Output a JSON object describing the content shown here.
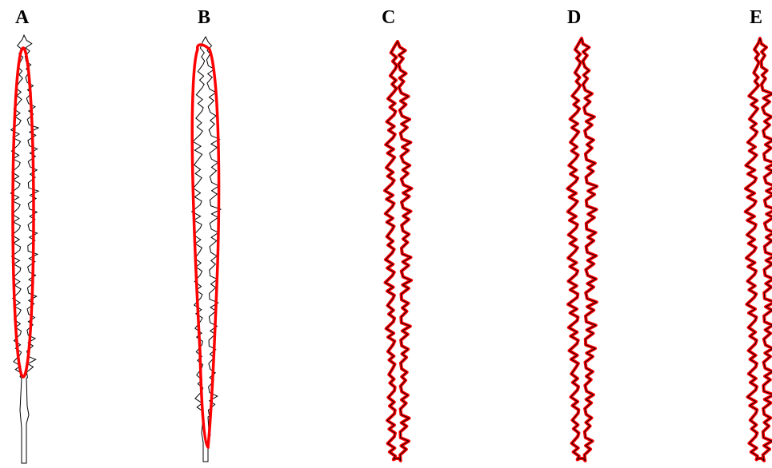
{
  "panels": [
    {
      "id": "A",
      "label": "A",
      "fit": "ellipse"
    },
    {
      "id": "B",
      "label": "B",
      "fit": "tapered"
    },
    {
      "id": "C",
      "label": "C",
      "fit": "contour"
    },
    {
      "id": "D",
      "label": "D",
      "fit": "contour"
    },
    {
      "id": "E",
      "label": "E",
      "fit": "contour"
    }
  ],
  "colors": {
    "outline": "#000000",
    "fit": "#ff0000",
    "background": "#ffffff"
  }
}
